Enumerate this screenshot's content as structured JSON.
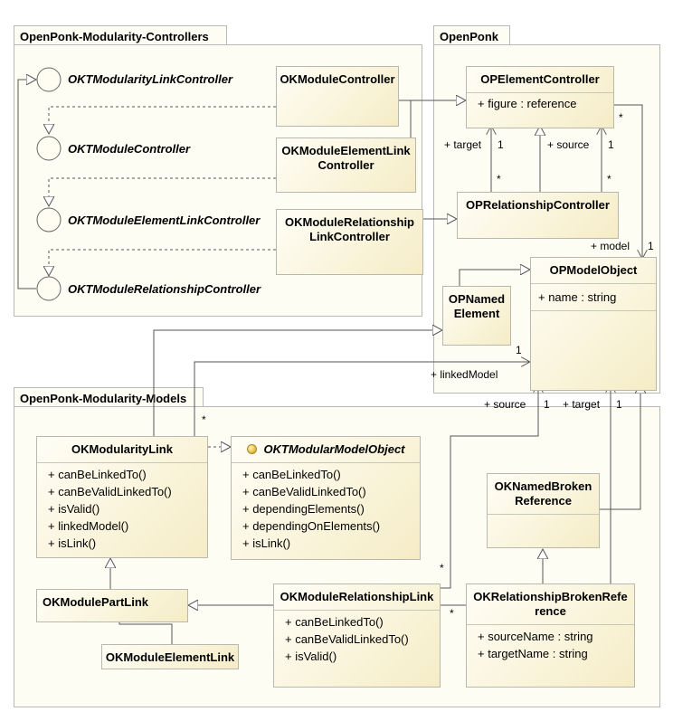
{
  "packages": {
    "controllers": "OpenPonk-Modularity-Controllers",
    "openponk": "OpenPonk",
    "models": "OpenPonk-Modularity-Models"
  },
  "interfaces": [
    "OKTModularityLinkController",
    "OKTModuleController",
    "OKTModuleElementLinkController",
    "OKTModuleRelationshipController"
  ],
  "classes": {
    "module_controller": "OKModuleController",
    "module_element_link_controller_1": "OKModuleElementLink",
    "module_element_link_controller_2": "Controller",
    "module_relationship_link_controller_1": "OKModuleRelationship",
    "module_relationship_link_controller_2": "LinkController",
    "element_controller": {
      "name": "OPElementController",
      "attrs": [
        "+ figure : reference"
      ]
    },
    "relationship_controller": "OPRelationshipController",
    "model_object": {
      "name": "OPModelObject",
      "attrs": [
        "+ name : string"
      ]
    },
    "named_element_1": "OPNamed",
    "named_element_2": "Element",
    "modularity_link": {
      "name": "OKModularityLink",
      "ops": [
        "+ canBeLinkedTo()",
        "+ canBeValidLinkedTo()",
        "+ isValid()",
        "+ linkedModel()",
        "+ isLink()"
      ]
    },
    "modular_model_object": {
      "name": "OKTModularModelObject",
      "ops": [
        "+ canBeLinkedTo()",
        "+ canBeValidLinkedTo()",
        "+ dependingElements()",
        "+ dependingOnElements()",
        "+ isLink()"
      ]
    },
    "named_broken_reference_1": "OKNamedBroken",
    "named_broken_reference_2": "Reference",
    "module_part_link": "OKModulePartLink",
    "module_element_link": "OKModuleElementLink",
    "module_relationship_link": {
      "name": "OKModuleRelationshipLink",
      "ops": [
        "+ canBeLinkedTo()",
        "+ canBeValidLinkedTo()",
        "+ isValid()"
      ]
    },
    "relationship_broken_reference_1": "OKRelationshipBrokenRefe",
    "relationship_broken_reference_2": "rence",
    "relationship_broken_reference_attrs": [
      "+ sourceName : string",
      "+ targetName : string"
    ]
  },
  "labels": {
    "target": "+ target",
    "source": "+ source",
    "model": "+ model",
    "linked_model": "+ linkedModel",
    "one": "1",
    "star": "*"
  }
}
